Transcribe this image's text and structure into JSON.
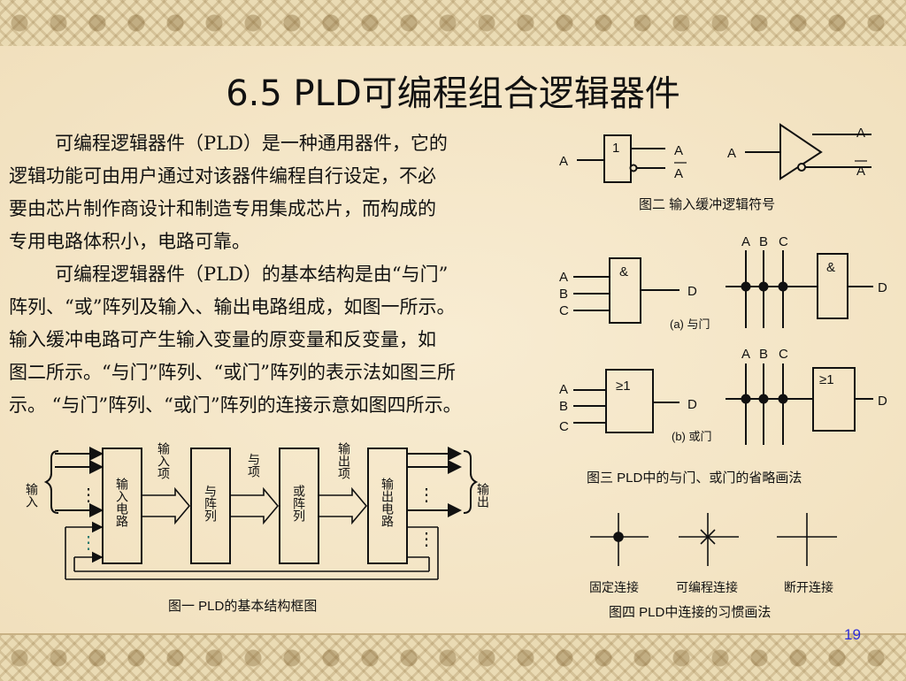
{
  "slide": {
    "title": "6.5  PLD可编程组合逻辑器件",
    "paragraph1": [
      "可编程逻辑器件（PLD）是一种通用器件，它的",
      "逻辑功能可由用户通过对该器件编程自行设定，不必",
      "要由芯片制作商设计和制造专用集成芯片，而构成的",
      "专用电路体积小，电路可靠。"
    ],
    "paragraph2": [
      "可编程逻辑器件（PLD）的基本结构是由“与门”",
      "阵列、“或”阵列及输入、输出电路组成，如图一所示。",
      "输入缓冲电路可产生输入变量的原变量和反变量，如",
      "图二所示。“与门”阵列、“或门”阵列的表示法如图三所",
      "示。 “与门”阵列、“或门”阵列的连接示意如图四所示。"
    ],
    "page_number": "19"
  },
  "figure1": {
    "caption": "图一  PLD的基本结构框图",
    "input_label": "输入",
    "output_label": "输出",
    "blocks": [
      "输入电路",
      "与阵列",
      "或阵列",
      "输出电路"
    ],
    "arrow_labels": [
      "输入项",
      "与项",
      "输出项"
    ],
    "ellipsis": "⋮"
  },
  "figure2": {
    "caption": "图二  输入缓冲逻辑符号",
    "gate_symbol": "1",
    "input": "A",
    "out_true": "A",
    "out_comp": "A"
  },
  "figure3": {
    "caption": "图三  PLD中的与门、或门的省略画法",
    "and_symbol": "&",
    "or_symbol": "≥1",
    "inputs": [
      "A",
      "B",
      "C"
    ],
    "output": "D",
    "sub_a": "(a)  与门",
    "sub_b": "(b)  或门"
  },
  "figure4": {
    "caption": "图四  PLD中连接的习惯画法",
    "labels": [
      "固定连接",
      "可编程连接",
      "断开连接"
    ]
  }
}
